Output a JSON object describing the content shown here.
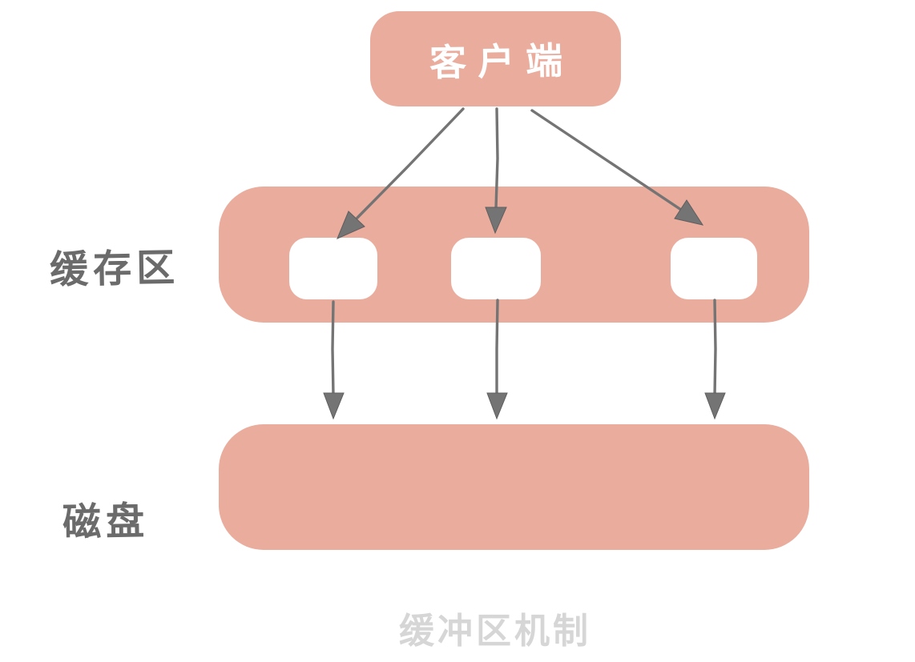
{
  "diagram": {
    "caption": "缓冲区机制",
    "client": {
      "label": "客户端"
    },
    "cache_layer": {
      "label": "缓存区",
      "buffer_slot_count": 3
    },
    "disk_layer": {
      "label": "磁盘"
    },
    "arrows": {
      "client_to_buffers": 3,
      "buffers_to_disk": 3,
      "direction": "down"
    },
    "colors": {
      "band_fill": "#EAAC9D",
      "slot_fill": "#FFFFFF",
      "client_text": "#FFFFFF",
      "arrow_stroke": "#747474",
      "side_label_text": "#6B6B6B",
      "caption_text": "#D6D6D6",
      "background": "#FFFFFF"
    }
  }
}
